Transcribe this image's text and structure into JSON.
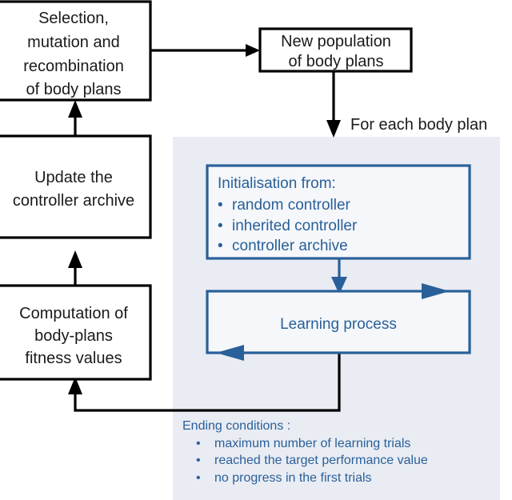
{
  "diagram": {
    "title_label": "For each body plan",
    "colors": {
      "panel_background": "#e9ecf3",
      "blue_accent": "#2a6099",
      "black_stroke": "#000000",
      "box_fill": "#ffffff"
    }
  },
  "boxes": {
    "selection": {
      "name": "Selection, mutation and recombination of body plans",
      "lines": [
        "Selection,",
        "mutation and",
        "recombination",
        "of body plans"
      ]
    },
    "new_population": {
      "name": "New population of body plans",
      "lines": [
        "New population",
        "of body plans"
      ]
    },
    "update_archive": {
      "name": "Update the controller archive",
      "lines": [
        "Update the",
        "controller archive"
      ]
    },
    "computation_fitness": {
      "name": "Computation of body-plans fitness values",
      "lines": [
        "Computation of",
        "body-plans",
        "fitness values"
      ]
    },
    "initialisation": {
      "heading": "Initialisation from:",
      "bullets": [
        "random controller",
        "inherited controller",
        "controller archive"
      ]
    },
    "learning_process": {
      "label": "Learning process"
    }
  },
  "annotations": {
    "for_each_body_plan": "For each body plan",
    "ending_conditions": {
      "heading": "Ending conditions :",
      "bullets": [
        "maximum number of learning trials",
        "reached the target performance value",
        "no progress in the first trials"
      ]
    }
  }
}
